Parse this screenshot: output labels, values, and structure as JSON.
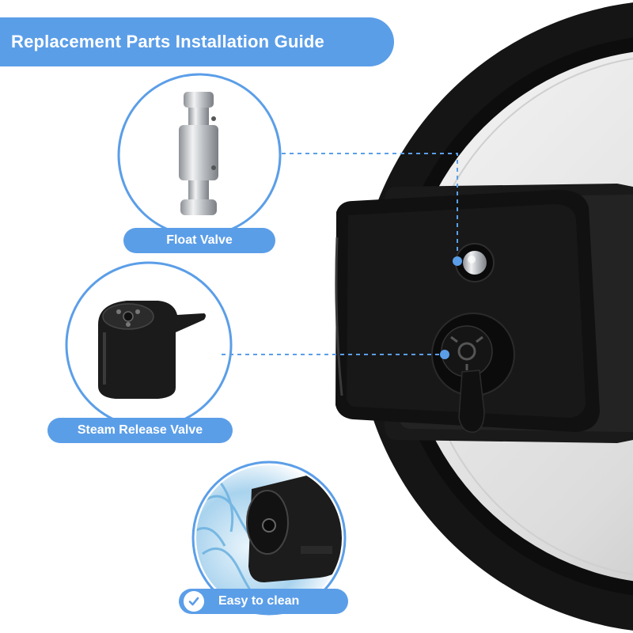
{
  "title": "Replacement Parts Installation Guide",
  "labels": {
    "float_valve": "Float Valve",
    "steam_release_valve": "Steam Release Valve",
    "easy_to_clean": "Easy to clean"
  },
  "colors": {
    "accent": "#5b9ee8",
    "lid_black": "#141414",
    "steel": "#c9ccd0",
    "dashed_line": "#5b9ee8"
  },
  "icons": [
    "check-icon",
    "water-splash-icon"
  ]
}
